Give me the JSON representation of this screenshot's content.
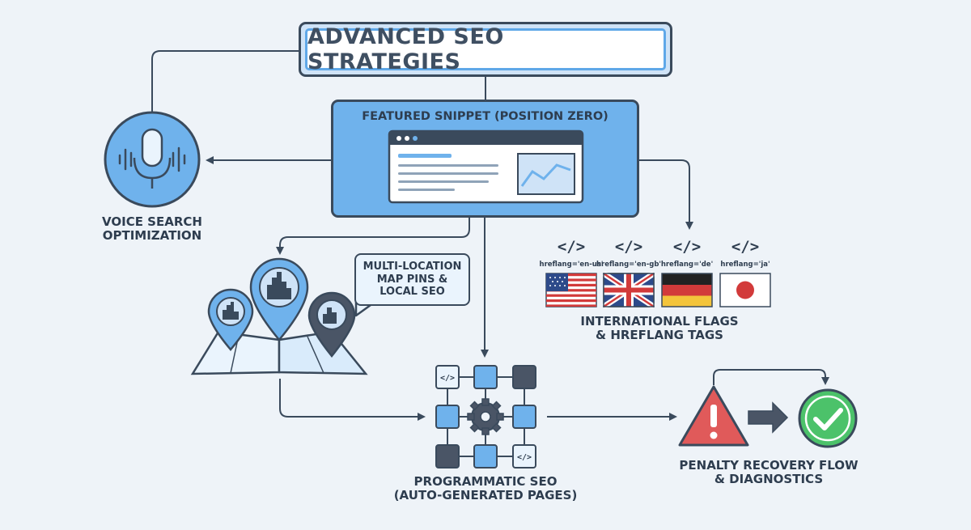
{
  "title": "ADVANCED SEO STRATEGIES",
  "featured_snippet": {
    "label": "FEATURED SNIPPET (POSITION ZERO)"
  },
  "voice_search": {
    "label_line1": "VOICE SEARCH",
    "label_line2": "OPTIMIZATION"
  },
  "local_seo": {
    "callout_line1": "MULTI-LOCATION",
    "callout_line2": "MAP PINS &",
    "callout_line3": "LOCAL SEO"
  },
  "international": {
    "tag_code": "</>",
    "tags": [
      "hreflang='en-us'",
      "hreflang='en-gb'",
      "hreflang='de'",
      "hreflang='ja'"
    ],
    "flags": [
      "us-flag",
      "uk-flag",
      "germany-flag",
      "japan-flag"
    ],
    "label_line1": "INTERNATIONAL FLAGS",
    "label_line2": "& HREFLANG TAGS"
  },
  "programmatic": {
    "label_line1": "PROGRAMMATIC SEO",
    "label_line2": "(AUTO-GENERATED PAGES)",
    "code_glyph": "</>"
  },
  "penalty": {
    "label_line1": "PENALTY RECOVERY FLOW",
    "label_line2": "& DIAGNOSTICS"
  },
  "colors": {
    "background": "#eef3f8",
    "outline": "#3a4a5c",
    "accent_blue": "#6fb2ec",
    "light_blue": "#cfe3f7",
    "dark_node": "#4a5566",
    "warning_red": "#e05a5a",
    "success_green": "#4cc26a"
  }
}
